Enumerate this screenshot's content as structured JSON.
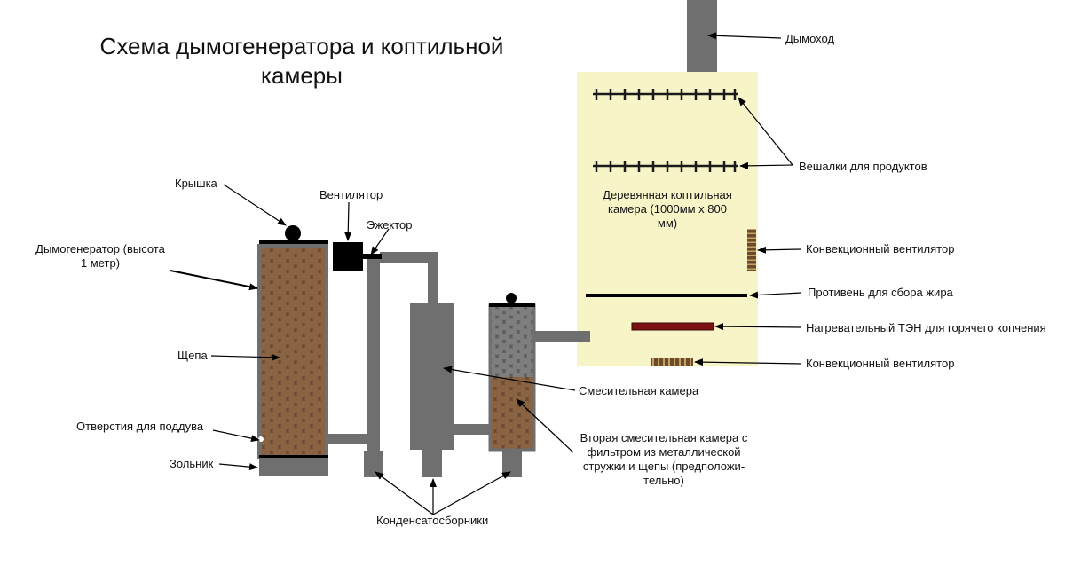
{
  "title": {
    "line1": "Схема дымогенератора и коптильной",
    "line2": "камеры"
  },
  "labels": {
    "chimney": "Дымоход",
    "hangers": "Вешалки для продуктов",
    "chamber_l1": "Деревянная коптильная",
    "chamber_l2": "камера (1000мм х 800",
    "chamber_l3": "мм)",
    "fan_convection_top": "Конвекционный вентилятор",
    "fat_tray": "Противень для сбора жира",
    "heater": "Нагревательный ТЭН для горячего копчения",
    "fan_convection_bottom": "Конвекционный вентилятор",
    "lid": "Крышка",
    "fan": "Вентилятор",
    "ejector": "Эжектор",
    "generator_l1": "Дымогенератор (высота",
    "generator_l2": "1 метр)",
    "chips": "Щепа",
    "mixing_chamber": "Смесительная камера",
    "second_mix_l1": "Вторая смесительная камера с",
    "second_mix_l2": "фильтром из металлической",
    "second_mix_l3": "стружки и щепы (предположи-",
    "second_mix_l4": "тельно)",
    "blow_holes": "Отверстия для поддува",
    "ash_pit": "Зольник",
    "condensate": "Конденсатосборники"
  },
  "colors": {
    "chamber_fill": "#f7f5c8",
    "steel": "#6f6f6f",
    "chips_fill": "#6b4a32",
    "chips_spot": "#8a6343",
    "filter_fill": "#5c5c5c",
    "heater": "#7a1212",
    "fan_stripe": "#6b4a32",
    "black": "#000000"
  }
}
